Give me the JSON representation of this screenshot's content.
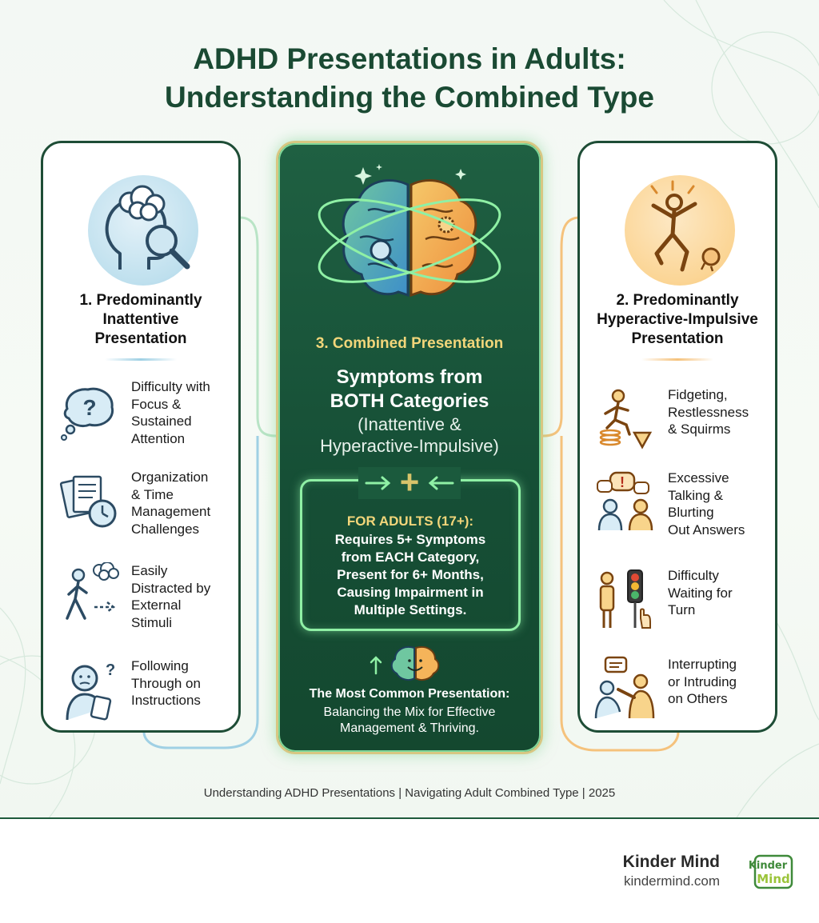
{
  "title": {
    "line1": "ADHD Presentations in Adults:",
    "line2": "Understanding the Combined Type"
  },
  "left_panel": {
    "heading_lines": [
      "1. Predominantly",
      "Inattentive",
      "Presentation"
    ],
    "hero_icon": "head-magnifier-icon",
    "items": [
      {
        "icon": "question-bubble-icon",
        "lines": [
          "Difficulty with",
          "Focus &",
          "Sustained",
          "Attention"
        ]
      },
      {
        "icon": "papers-clock-icon",
        "lines": [
          "Organization",
          "& Time",
          "Management",
          "Challenges"
        ]
      },
      {
        "icon": "walking-person-thought-icon",
        "lines": [
          "Easily",
          "Distracted by",
          "External",
          "Stimuli"
        ]
      },
      {
        "icon": "confused-person-tablet-icon",
        "lines": [
          "Following",
          "Through on",
          "Instructions"
        ]
      }
    ]
  },
  "center_panel": {
    "heading": "3. Combined Presentation",
    "lead_lines": [
      "Symptoms from",
      "BOTH Categories"
    ],
    "sub_lines": [
      "(Inattentive &",
      "Hyperactive-Impulsive)"
    ],
    "hero_icon": "two-color-brain-icon",
    "plus_symbol": "+",
    "adult_box": {
      "title": "FOR ADULTS (17+):",
      "lines": [
        "Requires 5+ Symptoms",
        "from EACH Category,",
        "Present for 6+ Months,",
        "Causing Impairment in",
        "Multiple Settings."
      ]
    },
    "footer_title": "The Most Common Presentation:",
    "footer_lines": [
      "Balancing the Mix for Effective",
      "Management & Thriving."
    ]
  },
  "right_panel": {
    "heading_lines": [
      "2. Predominantly",
      "Hyperactive-Impulsive",
      "Presentation"
    ],
    "hero_icon": "jumping-person-ball-icon",
    "items": [
      {
        "icon": "fidgeting-person-spring-icon",
        "lines": [
          "Fidgeting,",
          "Restlessness",
          "& Squirms"
        ]
      },
      {
        "icon": "talking-people-exclamation-icon",
        "lines": [
          "Excessive",
          "Talking &",
          "Blurting",
          "Out Answers"
        ]
      },
      {
        "icon": "traffic-light-person-icon",
        "lines": [
          "Difficulty",
          "Waiting for",
          "Turn"
        ]
      },
      {
        "icon": "interrupting-people-icon",
        "lines": [
          "Interrupting",
          "or Intruding",
          "on Others"
        ]
      }
    ]
  },
  "footer": {
    "caption": "Understanding ADHD Presentations | Navigating Adult Combined Type | 2025"
  },
  "brand": {
    "name": "Kinder Mind",
    "url": "kindermind.com",
    "logo_line1": "Kinder",
    "logo_line2": "Mind"
  },
  "colors": {
    "dark_green": "#1e4d36",
    "center_green": "#1a5a3d",
    "gold": "#f2d67a",
    "glow_green": "#8ff0a5",
    "blue_connector": "#9fd0e4",
    "orange_connector": "#f5c27c"
  }
}
